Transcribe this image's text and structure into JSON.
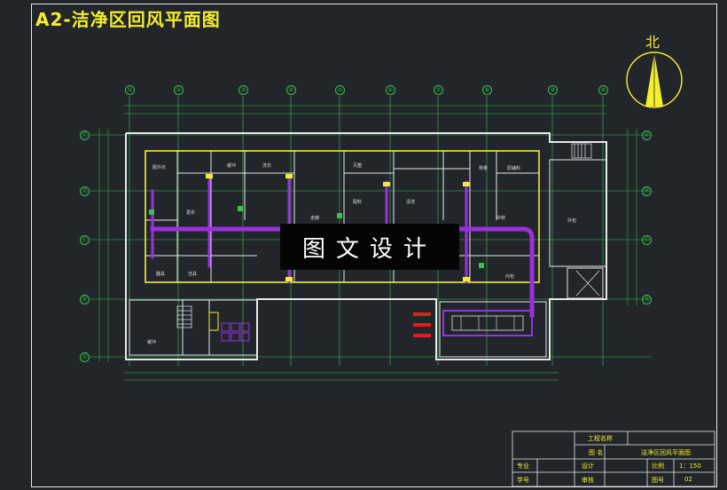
{
  "drawing": {
    "title": "A2-洁净区回风平面图",
    "north_label": "北",
    "watermark": "图文设计"
  },
  "axes": {
    "top": [
      "①",
      "②",
      "③",
      "④",
      "⑤",
      "⑥",
      "⑦",
      "⑧",
      "⑨",
      "⑩"
    ],
    "left": [
      "Ⓔ",
      "Ⓓ",
      "Ⓒ",
      "Ⓑ",
      "Ⓐ"
    ]
  },
  "rooms": [
    "脱外衣",
    "更衣",
    "走廊",
    "缓冲",
    "洗衣",
    "灭菌",
    "配料",
    "清洗",
    "称量",
    "原辅料",
    "中转",
    "外包",
    "内包",
    "器具",
    "洁具",
    "缓冲"
  ],
  "title_block": {
    "project_label": "工程名称",
    "name_label": "图  名",
    "name_value": "洁净区回风平面图",
    "row1": [
      "专业",
      "设计",
      "比例",
      "1：150"
    ],
    "row2": [
      "学号",
      "审核",
      "图号",
      "02"
    ]
  },
  "colors": {
    "background": "#22262b",
    "wall": "#e8e8e8",
    "grid": "#36c24a",
    "duct": "#9b30e0",
    "title": "#f5ee2a",
    "equipment": "#e02020"
  }
}
